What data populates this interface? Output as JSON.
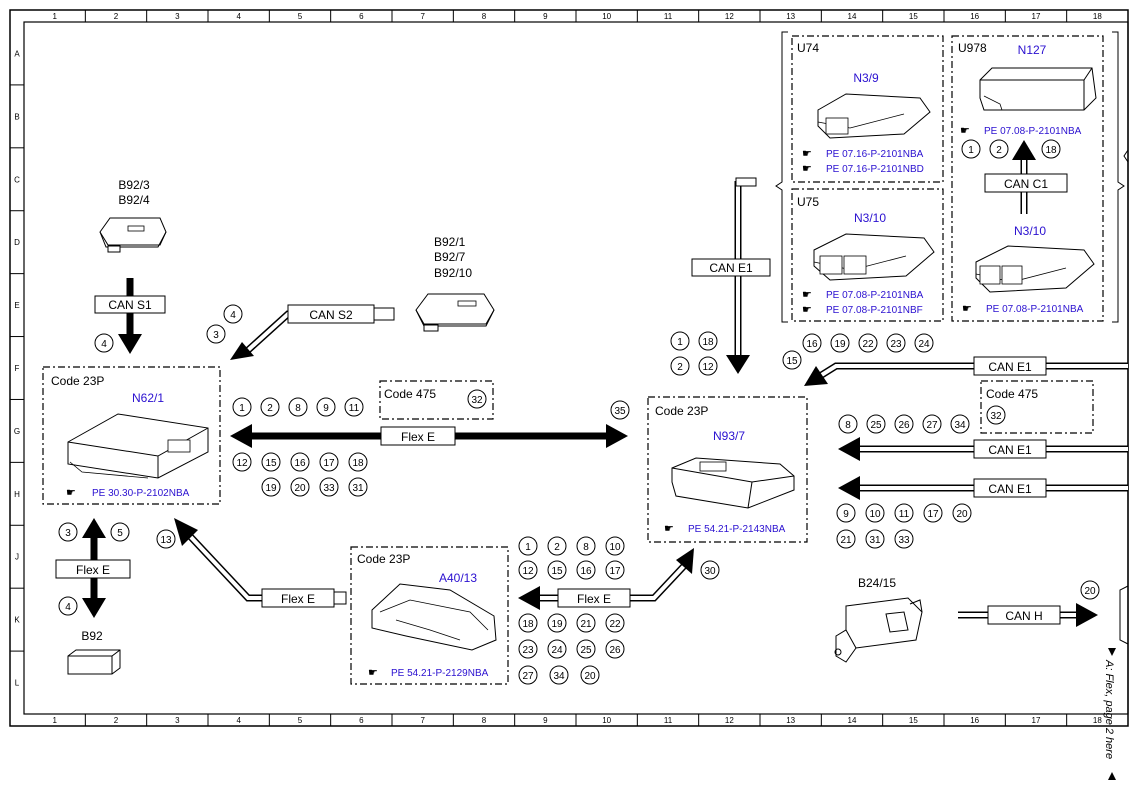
{
  "grid": {
    "columns": [
      "1",
      "2",
      "3",
      "4",
      "5",
      "6",
      "7",
      "8",
      "9",
      "10",
      "11",
      "12",
      "13",
      "14",
      "15",
      "16",
      "17",
      "18"
    ],
    "rows": [
      "A",
      "B",
      "C",
      "D",
      "E",
      "F",
      "G",
      "H",
      "J",
      "K",
      "L"
    ]
  },
  "colors": {
    "ref_blue": "#2a10d0",
    "line": "#000000"
  },
  "components": {
    "n62_1": {
      "code": "Code 23P",
      "name": "N62/1",
      "ref": "PE 30.30-P-2102NBA"
    },
    "n93_7": {
      "code": "Code 23P",
      "name": "N93/7",
      "ref": "PE 54.21-P-2143NBA"
    },
    "a40_13": {
      "code": "Code 23P",
      "name": "A40/13",
      "ref": "PE 54.21-P-2129NBA"
    },
    "u74": {
      "variant": "U74",
      "name": "N3/9",
      "refs": [
        "PE 07.16-P-2101NBA",
        "PE 07.16-P-2101NBD"
      ]
    },
    "u75": {
      "variant": "U75",
      "name": "N3/10",
      "refs": [
        "PE 07.08-P-2101NBA",
        "PE 07.08-P-2101NBF"
      ]
    },
    "u978": {
      "variant": "U978",
      "name_top": "N127",
      "ref_top": "PE 07.08-P-2101NBA",
      "name_bottom": "N3/10",
      "ref_bottom": "PE 07.08-P-2101NBA"
    },
    "b92_top": {
      "label1": "B92/3",
      "label2": "B92/4"
    },
    "b92_mid": {
      "label1": "B92/1",
      "label2": "B92/7",
      "label3": "B92/10"
    },
    "b92_low": {
      "label": "B92"
    },
    "b24_15": {
      "label": "B24/15"
    },
    "code475_a": {
      "label": "Code 475"
    },
    "code475_b": {
      "label": "Code 475"
    }
  },
  "buses": {
    "can_s1": "CAN S1",
    "can_s2": "CAN S2",
    "flex_e_main": "Flex E",
    "flex_e_left": "Flex E",
    "flex_e_a40_in": "Flex E",
    "flex_e_a40_out": "Flex E",
    "can_e1_vert": "CAN E1",
    "can_e1_right1": "CAN E1",
    "can_e1_right2": "CAN E1",
    "can_e1_right3": "CAN E1",
    "can_c1": "CAN C1",
    "can_h": "CAN H"
  },
  "circles": {
    "can_s1": [
      "4"
    ],
    "can_s2": [
      "4",
      "3"
    ],
    "n62_top": [
      "1",
      "2",
      "8",
      "9",
      "11"
    ],
    "code475_a": [
      "32"
    ],
    "n62_bottom_row1": [
      "12",
      "15",
      "16",
      "17",
      "18"
    ],
    "n62_bottom_row2": [
      "19",
      "20",
      "33",
      "31"
    ],
    "flex_main_end": [
      "35"
    ],
    "can_e1_vert": [
      "1",
      "18",
      "2",
      "12"
    ],
    "can_e1_right1": [
      "16",
      "19",
      "22",
      "23",
      "24"
    ],
    "can_e1_right1_end": [
      "15"
    ],
    "code475_b": [
      "32"
    ],
    "can_e1_right2": [
      "8",
      "25",
      "26",
      "27",
      "34"
    ],
    "right_bottom_row1": [
      "9",
      "10",
      "11",
      "17",
      "20"
    ],
    "right_bottom_row2": [
      "21",
      "31",
      "33"
    ],
    "u978": [
      "1",
      "2",
      "18"
    ],
    "flex_left": [
      "3",
      "5",
      "4"
    ],
    "flex_n62_diag": [
      "13"
    ],
    "a40_top_row1": [
      "1",
      "2",
      "8",
      "10"
    ],
    "a40_top_row2": [
      "12",
      "15",
      "16",
      "17"
    ],
    "flex_a40_out": [
      "30"
    ],
    "a40_bottom_row1": [
      "18",
      "19",
      "21",
      "22"
    ],
    "a40_bottom_row2": [
      "23",
      "24",
      "25",
      "26"
    ],
    "a40_bottom_row3": [
      "27",
      "34",
      "20"
    ],
    "can_h": [
      "20"
    ]
  },
  "side_note": "A: Flex, page 2 here"
}
